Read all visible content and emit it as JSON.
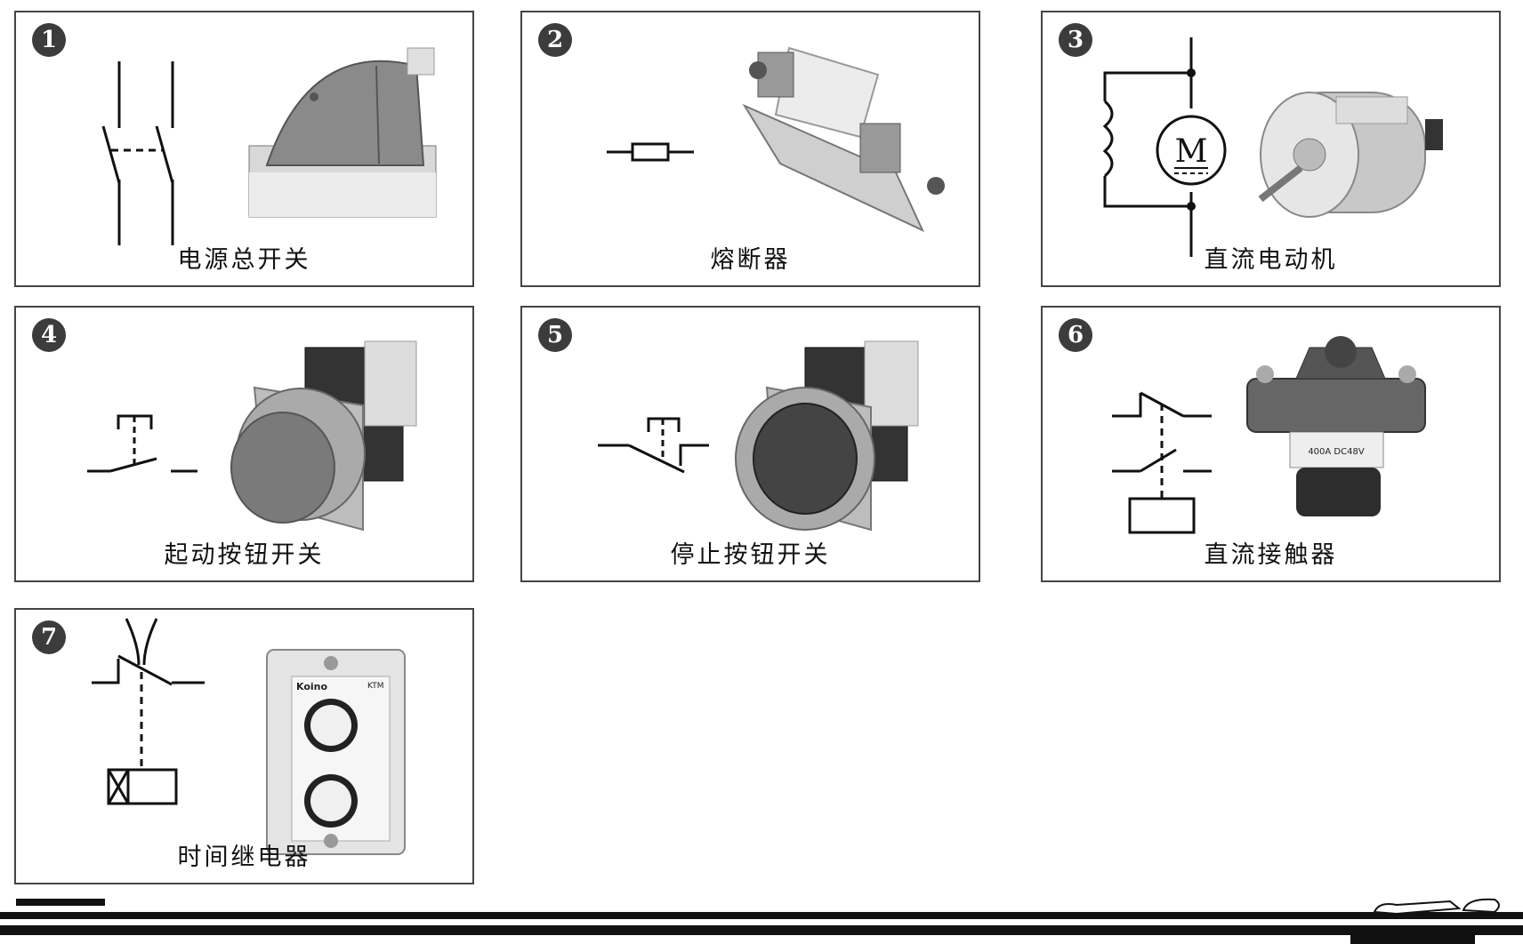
{
  "components": [
    {
      "number": "1",
      "caption": "电源总开关"
    },
    {
      "number": "2",
      "caption": "熔断器"
    },
    {
      "number": "3",
      "caption": "直流电动机",
      "motor_letter": "M"
    },
    {
      "number": "4",
      "caption": "起动按钮开关"
    },
    {
      "number": "5",
      "caption": "停止按钮开关"
    },
    {
      "number": "6",
      "caption": "直流接触器",
      "photo_label": "400A DC48V"
    },
    {
      "number": "7",
      "caption": "时间继电器",
      "photo_brand": "Koino",
      "photo_model": "KTM"
    }
  ],
  "colors": {
    "border": "#444444",
    "badge": "#3c3c3c",
    "device_dark": "#4a4a4a",
    "device_mid": "#8a8a8a",
    "device_light": "#d0d0d0"
  }
}
